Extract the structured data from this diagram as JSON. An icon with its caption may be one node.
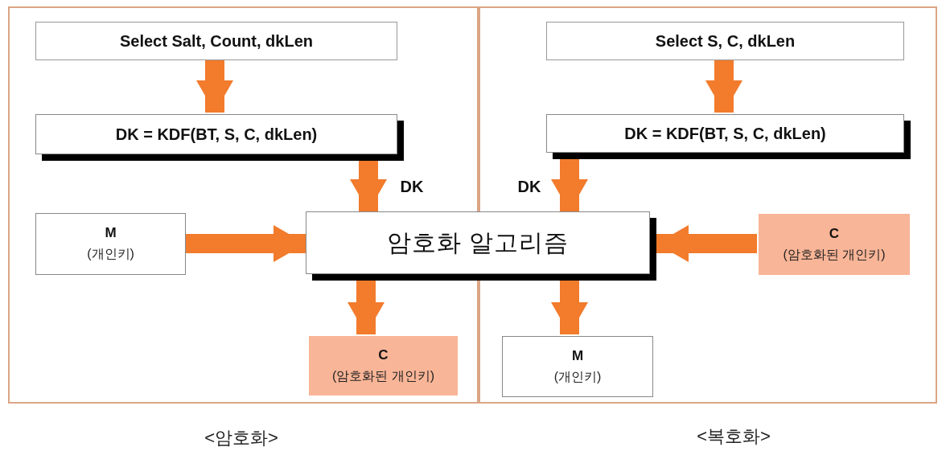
{
  "diagram": {
    "nodes": [
      {
        "text": [],
        "shape": "box",
        "beside": [
          "<암호화>"
        ]
      },
      {
        "text": [],
        "shape": "box",
        "beside": [
          "<복호화>"
        ]
      },
      {
        "text": [
          "Select Salt, Count, dkLen"
        ],
        "in": 0
      },
      {
        "text": [
          "DK = KDF(BT, S, C, dkLen)"
        ],
        "in": 0
      },
      {
        "text": [
          "Select S, C, dkLen"
        ],
        "in": 1
      },
      {
        "text": [
          "DK = KDF(BT, S, C, dkLen)"
        ],
        "in": 1
      },
      {
        "text": [
          "M",
          "(개인키)"
        ],
        "in": 0
      },
      {
        "text": [
          "암호화 알고리즘"
        ]
      },
      {
        "text": [
          "C",
          "(암호화된 개인키)"
        ],
        "in": 1
      },
      {
        "text": [
          "C",
          "(암호화된 개인키)"
        ],
        "in": 0
      },
      {
        "text": [
          "M",
          "(개인키)"
        ],
        "in": 1
      }
    ],
    "edges": [
      {
        "from": 2,
        "to": 3,
        "arrow": "to"
      },
      {
        "from": 3,
        "to": 7,
        "arrow": "to",
        "label": "DK"
      },
      {
        "from": 6,
        "to": 7,
        "arrow": "to"
      },
      {
        "from": 7,
        "to": 9,
        "arrow": "to"
      },
      {
        "from": 4,
        "to": 5,
        "arrow": "to"
      },
      {
        "from": 5,
        "to": 7,
        "arrow": "to",
        "label": "DK"
      },
      {
        "from": 8,
        "to": 7,
        "arrow": "to"
      },
      {
        "from": 7,
        "to": 10,
        "arrow": "to"
      }
    ]
  }
}
